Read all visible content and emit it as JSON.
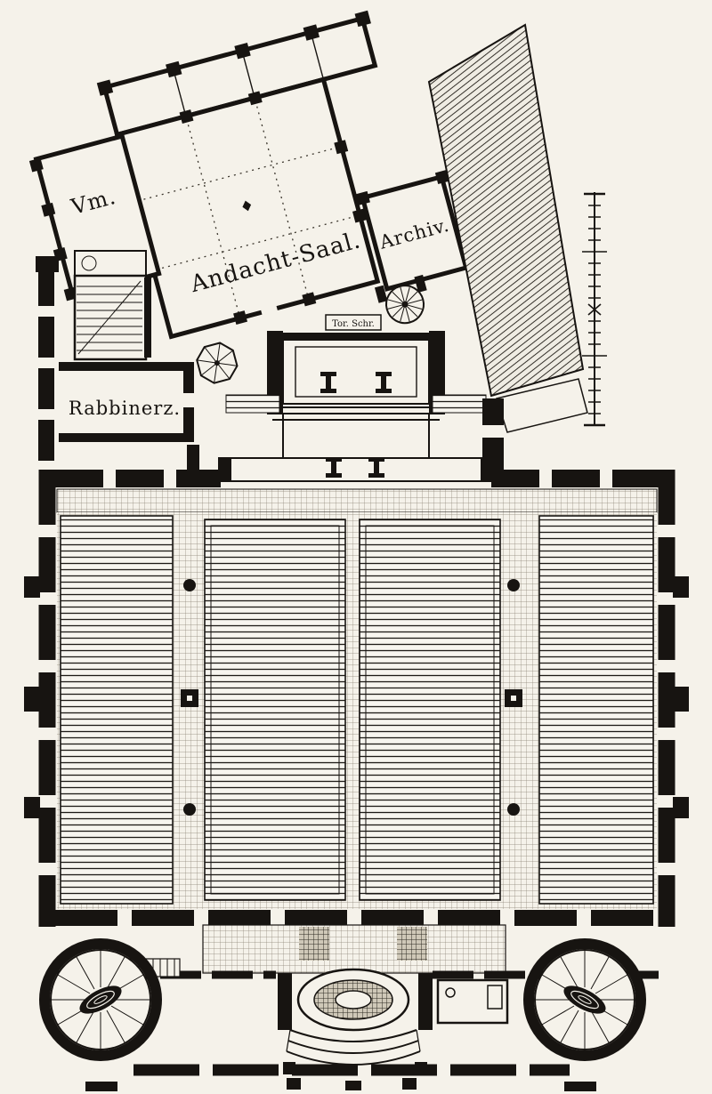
{
  "figure": {
    "kind": "floor-plan-drawing"
  },
  "colors": {
    "paper": "#f5f2ea",
    "ink": "#171411"
  },
  "labels": {
    "vm": "Vm.",
    "andacht_saal": "Andacht-Saal.",
    "archiv": "Archiv.",
    "rabbinerz": "Rabbinerz.",
    "torah_shrine": "Tor. Schr."
  }
}
